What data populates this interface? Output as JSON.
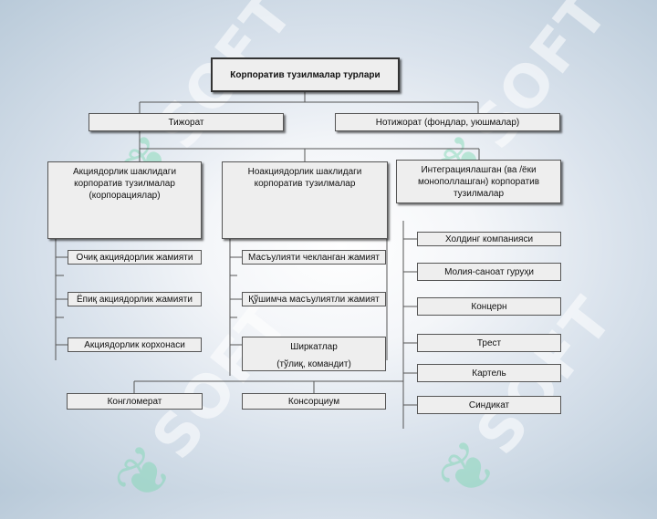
{
  "watermark": {
    "text": "SOFT"
  },
  "diagram": {
    "root": "Корпоратив тузилмалар турлари",
    "level1": {
      "commercial": "Тижорат",
      "noncommercial": "Нотижорат (фондлар, уюшмалар)"
    },
    "level2": {
      "joint_stock": "Акциядорлик шаклидаги корпоратив тузилмалар (корпорациялар)",
      "non_joint_stock": "Ноакциядорлик шаклидаги корпоратив тузилмалар",
      "integration": "Интеграциялашган  (ва /ёки монополлашган) корпоратив тузилмалар"
    },
    "joint_stock_items": [
      "Очиқ акциядорлик жамияти",
      "Ёпиқ акциядорлик жамияти",
      "Акциядорлик корхонаси"
    ],
    "non_joint_stock_items": [
      "Масъулияти чекланган жамият",
      "Қўшимча масъулиятли жамият"
    ],
    "partnership": {
      "line1": "Ширкатлар",
      "line2": "(тўлиқ, командит)"
    },
    "integration_items": [
      "Холдинг компанияси",
      "Молия-саноат гуруҳи",
      "Концерн",
      "Трест",
      "Картель",
      "Синдикат"
    ],
    "bottom": {
      "conglomerate": "Конгломерат",
      "consortium": "Консорциум"
    }
  }
}
